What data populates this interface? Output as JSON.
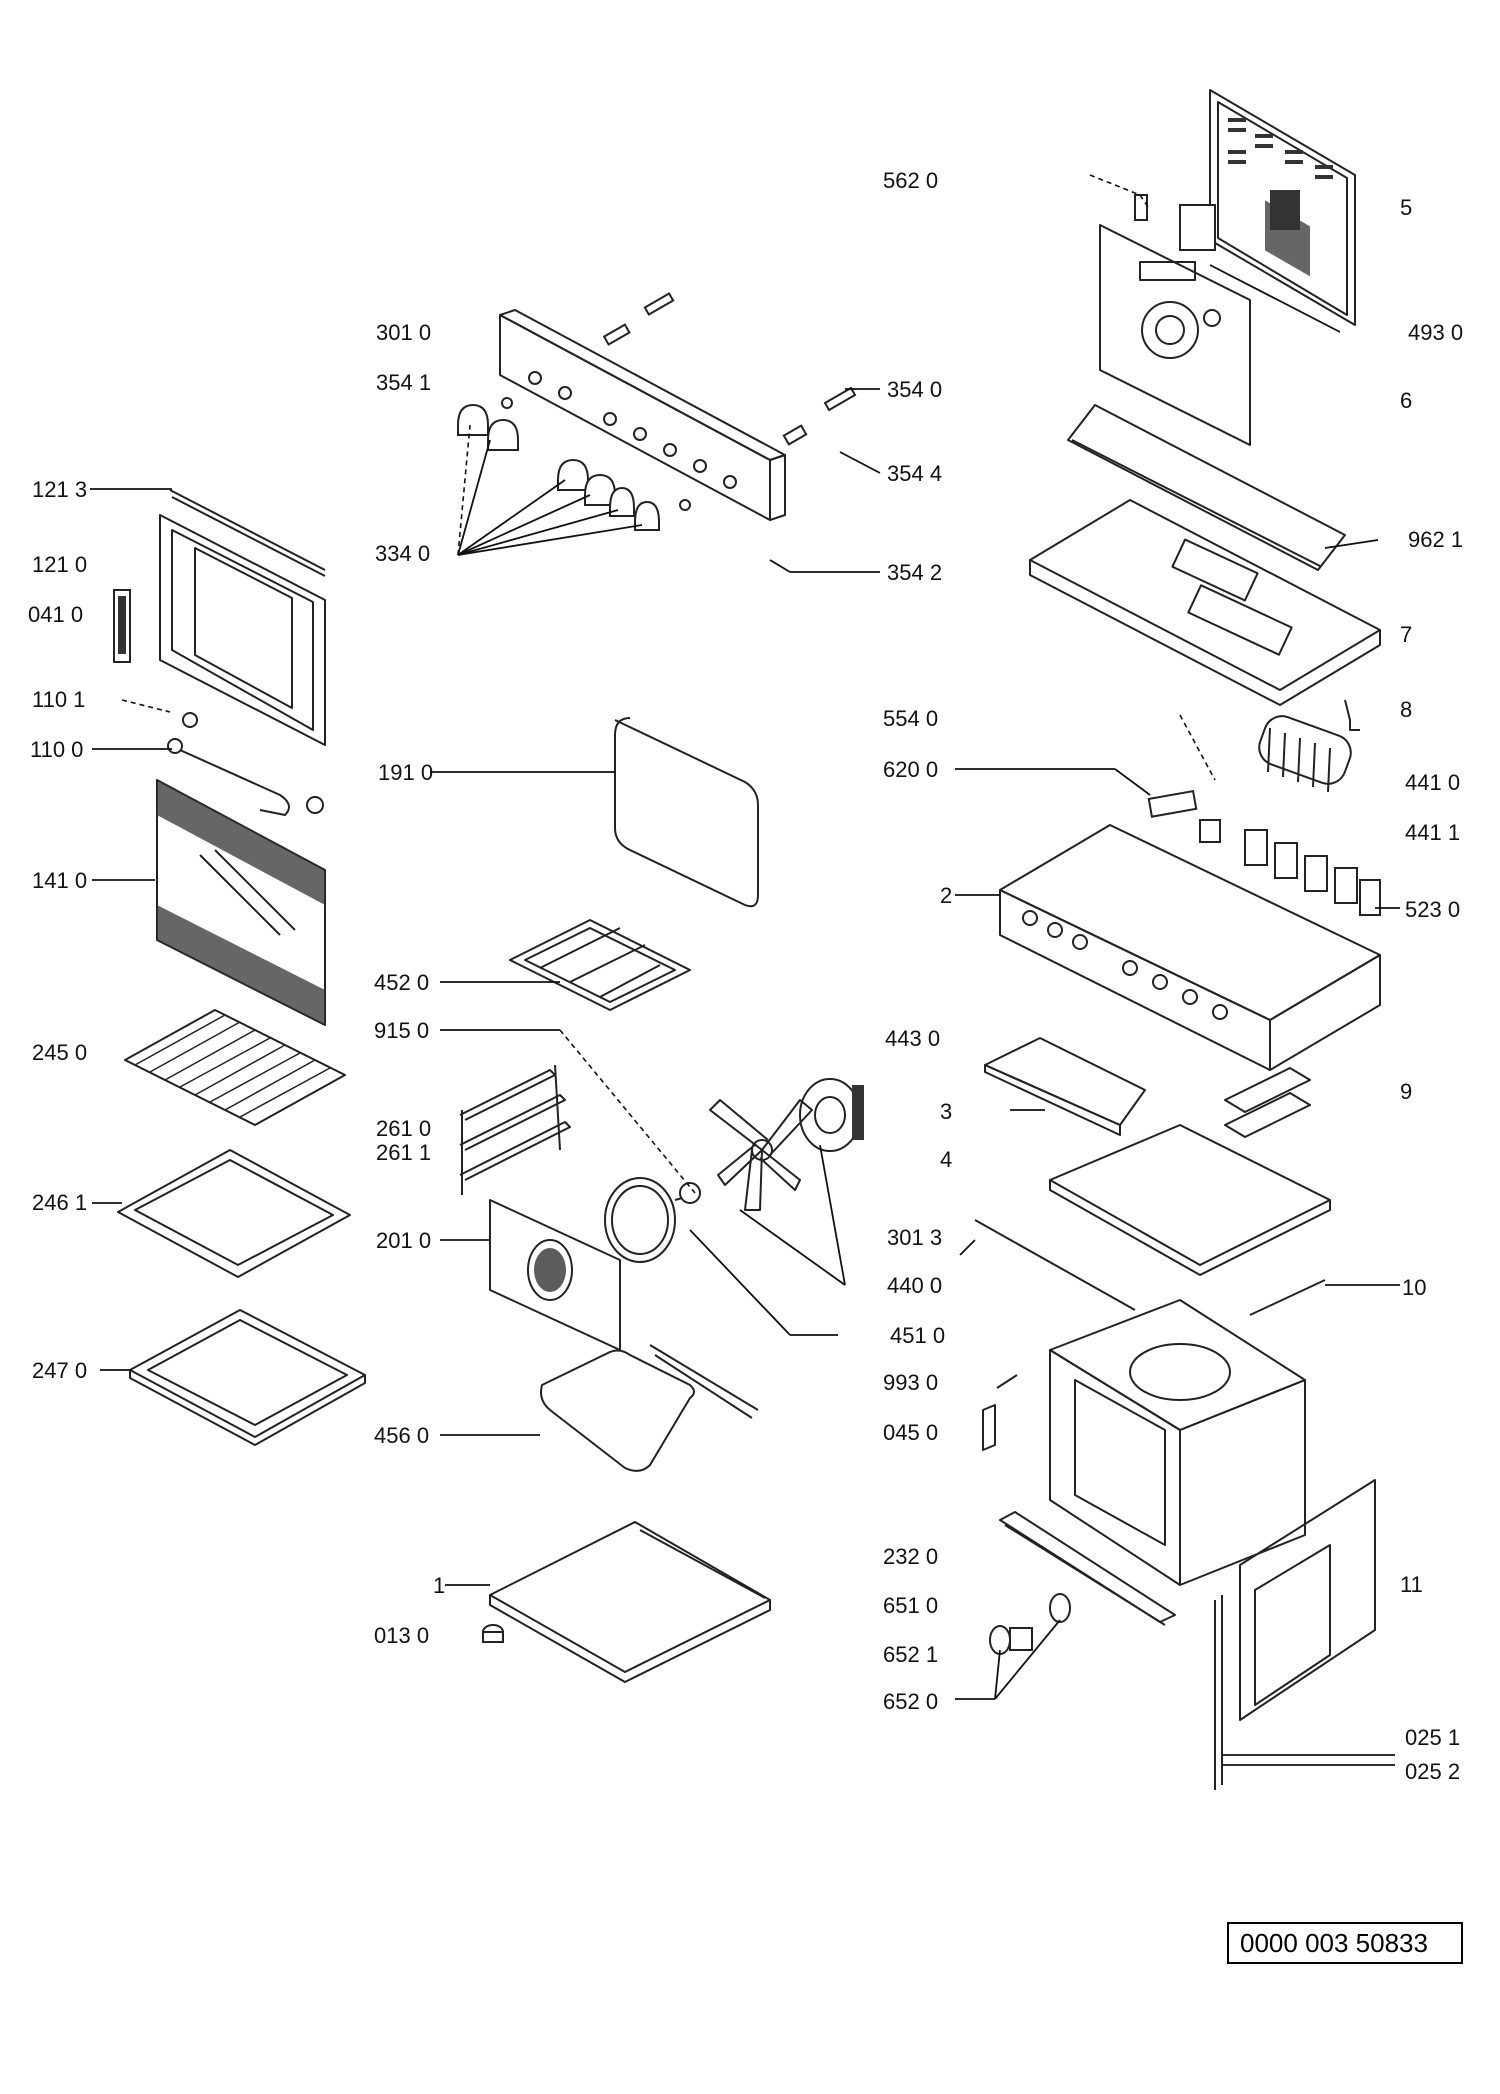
{
  "document_number": "0000 003 50833",
  "labels": {
    "l_5620": "562 0",
    "l_5": "5",
    "l_4930": "493 0",
    "l_3010": "301 0",
    "l_3541": "354 1",
    "l_3540": "354 0",
    "l_6": "6",
    "l_3544": "354 4",
    "l_1213": "121 3",
    "l_3340": "334 0",
    "l_9621": "962 1",
    "l_3542": "354 2",
    "l_1210": "121 0",
    "l_0410": "041 0",
    "l_7": "7",
    "l_1101": "110 1",
    "l_8": "8",
    "l_5540": "554 0",
    "l_1100": "110 0",
    "l_1910": "191 0",
    "l_6200": "620 0",
    "l_4410": "441 0",
    "l_4411": "441 1",
    "l_1410": "141 0",
    "l_2": "2",
    "l_5230": "523 0",
    "l_4520": "452 0",
    "l_9150": "915 0",
    "l_4430": "443 0",
    "l_2450": "245 0",
    "l_9": "9",
    "l_3": "3",
    "l_2610": "261 0",
    "l_2611": "261 1",
    "l_4": "4",
    "l_2461": "246 1",
    "l_2010": "201 0",
    "l_3013": "301 3",
    "l_4400": "440 0",
    "l_10": "10",
    "l_4510": "451 0",
    "l_2470": "247 0",
    "l_9930": "993 0",
    "l_0450": "045 0",
    "l_4560": "456 0",
    "l_2320": "232 0",
    "l_11": "11",
    "l_1": "1",
    "l_6510": "651 0",
    "l_0130": "013 0",
    "l_6521": "652 1",
    "l_6520": "652 0",
    "l_0251": "025 1",
    "l_0252": "025 2"
  }
}
